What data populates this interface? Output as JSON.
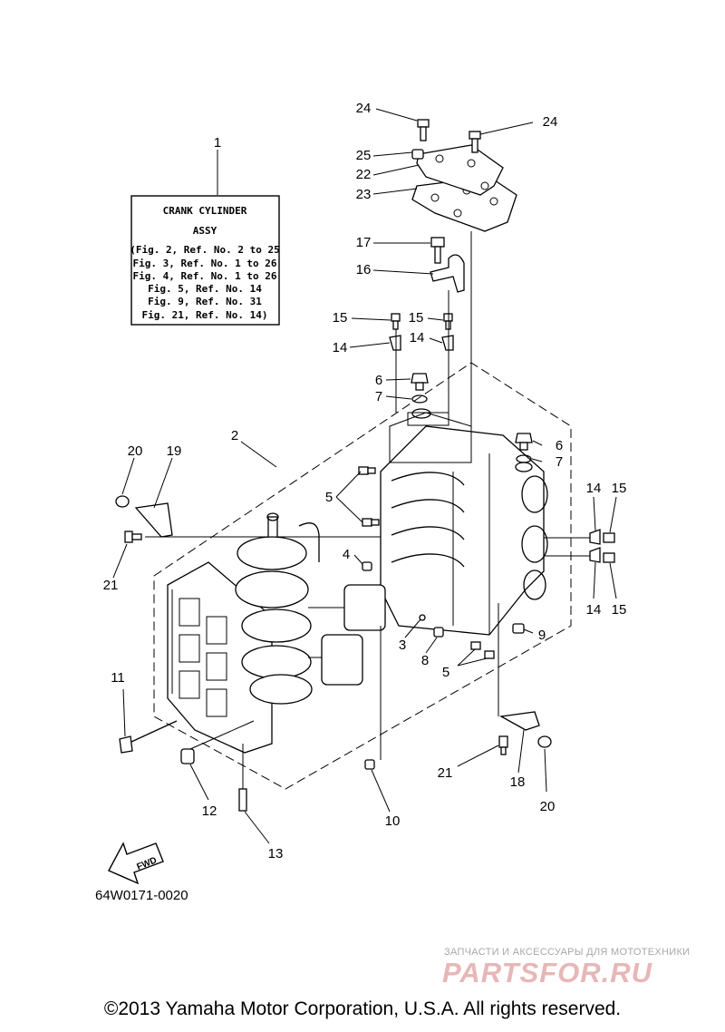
{
  "assembly_box": {
    "ref": "1",
    "title_line1": "CRANK CYLINDER",
    "title_line2": "ASSY",
    "refs": [
      "(Fig. 2, Ref. No. 2 to 25",
      "Fig. 3, Ref. No. 1 to 26",
      "Fig. 4, Ref. No. 1 to 26",
      "Fig. 5, Ref. No. 14",
      "Fig. 9, Ref. No. 31",
      "Fig. 21, Ref. No. 14)"
    ]
  },
  "callouts": [
    "24",
    "24",
    "25",
    "22",
    "23",
    "17",
    "16",
    "15",
    "15",
    "14",
    "14",
    "6",
    "7",
    "6",
    "7",
    "2",
    "20",
    "19",
    "5",
    "21",
    "4",
    "14",
    "15",
    "14",
    "15",
    "9",
    "3",
    "8",
    "5",
    "11",
    "21",
    "18",
    "20",
    "12",
    "10",
    "13"
  ],
  "fwd_label": "FWD",
  "figure_code": "64W0171-0020",
  "watermark": {
    "tagline": "ЗАПЧАСТИ И АКСЕССУАРЫ ДЛЯ МОТОТЕХНИКИ",
    "logo": "PARTSFOR.RU"
  },
  "copyright": "©2013 Yamaha Motor Corporation, U.S.A. All rights reserved."
}
